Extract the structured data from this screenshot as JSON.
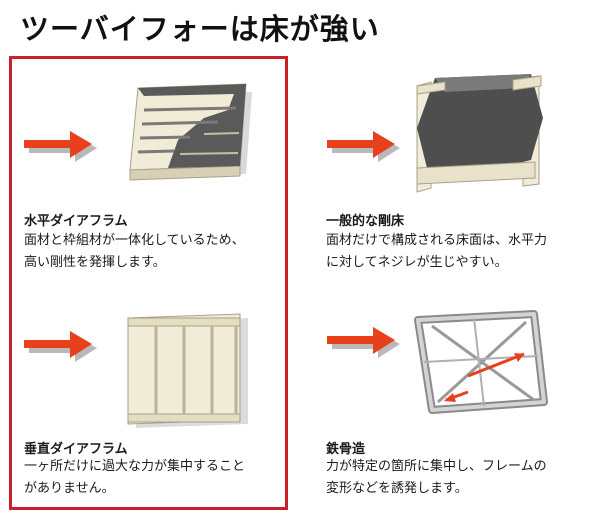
{
  "title": "ツーバイフォーは床が強い",
  "colors": {
    "highlight_frame": "#c8202a",
    "arrow": "#e8401c",
    "panel_dark": "#5a5a5a",
    "lumber": "#f1ecd8"
  },
  "panels": [
    {
      "title": "水平ダイアフラム",
      "body_lines": [
        "面材と枠組材が一体化しているため、",
        "高い剛性を発揮します。"
      ],
      "highlighted": true
    },
    {
      "title": "一般的な剛床",
      "body_lines": [
        "面材だけで構成される床面は、水平力",
        "に対してネジレが生じやすい。"
      ],
      "highlighted": false
    },
    {
      "title": "垂直ダイアフラム",
      "body_lines": [
        "一ヶ所だけに過大な力が集中すること",
        "がありません。"
      ],
      "highlighted": true
    },
    {
      "title": "鉄骨造",
      "body_lines": [
        "力が特定の箇所に集中し、フレームの",
        "変形などを誘発します。"
      ],
      "highlighted": false
    }
  ]
}
